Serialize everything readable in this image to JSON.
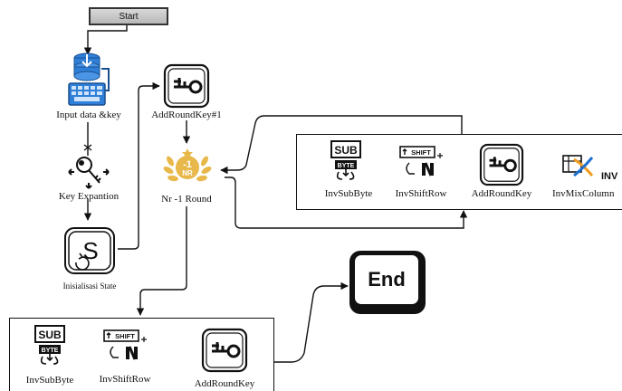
{
  "nodes": {
    "start": "Start",
    "input": "Input data &key",
    "key_expansion": "Key Expantion",
    "init_state": "Inisialisasi State",
    "add_round_key_1": "AddRoundKey#1",
    "nr_round": "Nr -1 Round",
    "end": "End"
  },
  "round_panel": {
    "inv_sub_byte": "InvSubByte",
    "inv_shift_row": "InvShiftRow",
    "add_round_key": "AddRoundKey",
    "inv_mix_columns": "InvMixColumn"
  },
  "final_panel": {
    "inv_sub_byte": "InvSubByte",
    "inv_shift_row": "InvShiftRow",
    "add_round_key": "AddRoundKey"
  },
  "icon_text": {
    "sub": "SUB",
    "byte": "BYTE",
    "shift": "SHIFT",
    "nr_badge_num": "-1",
    "nr_badge_txt": "NR",
    "inv": "INV",
    "state": "S"
  },
  "colors": {
    "keyboard_blue": "#2f7fd8",
    "laurel_gold": "#e8b84a",
    "mix_orange": "#f09a1a",
    "mix_blue": "#1e6fd0"
  }
}
